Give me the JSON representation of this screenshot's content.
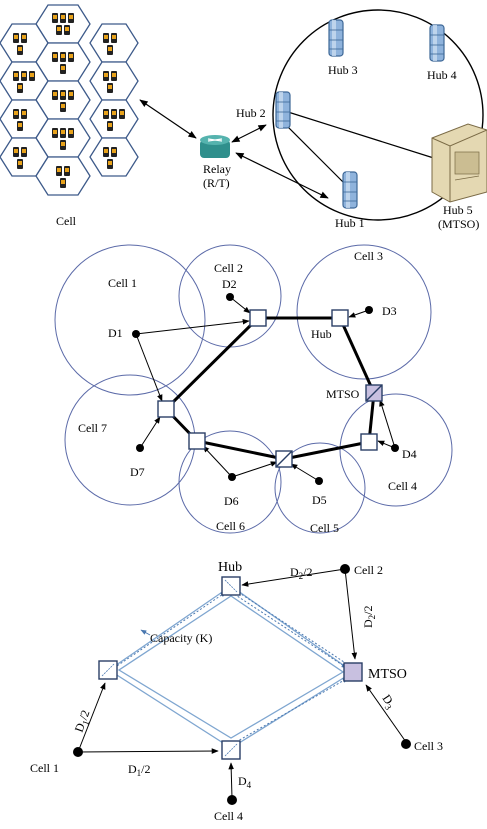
{
  "panel_a": {
    "cell_caption": "Cell",
    "relay_label_line1": "Relay",
    "relay_label_line2": "(R/T)",
    "hub1_label": "Hub 1",
    "hub2_label": "Hub 2",
    "hub3_label": "Hub 3",
    "hub4_label": "Hub 4",
    "hub5_label_line1": "Hub 5",
    "hub5_label_line2": "(MTSO)",
    "colors": {
      "hex_edge": "#3d5a8a",
      "server": "#7fa8d6",
      "router": "#2f8f8c"
    }
  },
  "panel_b": {
    "cells": [
      "Cell 1",
      "Cell 2",
      "Cell 3",
      "Cell 4",
      "Cell 5",
      "Cell 6",
      "Cell 7"
    ],
    "demands": [
      "D1",
      "D2",
      "D3",
      "D4",
      "D5",
      "D6",
      "D7"
    ],
    "hub_label": "Hub",
    "mtso_label": "MTSO",
    "colors": {
      "circle": "#5b6aa8",
      "mtso_fill": "#c8c0e0"
    }
  },
  "panel_c": {
    "hub_label": "Hub",
    "mtso_label": "MTSO",
    "capacity_label": "Capacity (K)",
    "cell1_label": "Cell 1",
    "cell2_label": "Cell 2",
    "cell3_label": "Cell 3",
    "cell4_label": "Cell 4",
    "d2_half_top_base": "D",
    "d2_half_top_sub": "2",
    "d2_half_top_suffix": "/2",
    "d2_half_side_base": "D",
    "d2_half_side_sub": "2",
    "d2_half_side_suffix": "/2",
    "d1_half_left_base": "D",
    "d1_half_left_sub": "1",
    "d1_half_left_suffix": "/2",
    "d1_half_bottom_base": "D",
    "d1_half_bottom_sub": "1",
    "d1_half_bottom_suffix": "/2",
    "d3_base": "D",
    "d3_sub": "3",
    "d4_base": "D",
    "d4_sub": "4",
    "colors": {
      "ring": "#7fa6d0",
      "mtso_fill": "#c8c0e0"
    }
  }
}
